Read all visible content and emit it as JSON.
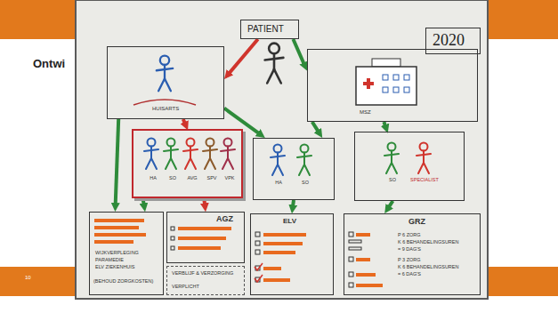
{
  "diagram": {
    "nodes": [
      {
        "text": [
          "PATIENT"
        ]
      },
      {
        "text": [
          "2020"
        ]
      },
      {
        "text": [
          "HUISARTS"
        ]
      },
      {
        "text": [
          "MSZ"
        ]
      },
      {
        "text": [
          "HA",
          "SO",
          "AVG",
          "SPV",
          "VPK"
        ]
      },
      {
        "text": [
          "HA",
          "SO"
        ]
      },
      {
        "text": [
          "SO",
          "SPECIALIST"
        ]
      },
      {
        "text": [
          "WIJKVERPLEGING",
          "PARAMEDIE",
          "ELV ZIEKENHUIS",
          "(BEHOUD ZORGKOSTEN)"
        ]
      },
      {
        "text": [
          "AGZ"
        ]
      },
      {
        "text": [
          "VERBLIJF & VERZORGING",
          "VERPLICHT"
        ]
      },
      {
        "text": [
          "ELV"
        ]
      },
      {
        "text": [
          "GRZ",
          "P 6 ZORG",
          "K 6 BEHANDELINGSUREN",
          "= 9 DAG'S",
          "P 3 ZORG",
          "K 6 BEHANDELINGSUREN",
          "= 6 DAG'S"
        ]
      }
    ],
    "edges": [
      {
        "from": 0,
        "to": 2,
        "arrow": "to"
      },
      {
        "from": 0,
        "to": 3,
        "arrow": "to"
      },
      {
        "from": 2,
        "to": 5,
        "arrow": "to"
      },
      {
        "from": 3,
        "to": 5,
        "arrow": "to"
      },
      {
        "from": 2,
        "to": 7,
        "arrow": "to"
      },
      {
        "from": 2,
        "to": 4,
        "arrow": "to"
      },
      {
        "from": 4,
        "to": 7,
        "arrow": "to"
      },
      {
        "from": 4,
        "to": 8,
        "arrow": "to"
      },
      {
        "from": 3,
        "to": 6,
        "arrow": "to"
      },
      {
        "from": 5,
        "to": 10,
        "arrow": "to"
      },
      {
        "from": 6,
        "to": 11,
        "arrow": "to"
      }
    ],
    "labels": [
      "Ontwi",
      "10"
    ]
  }
}
